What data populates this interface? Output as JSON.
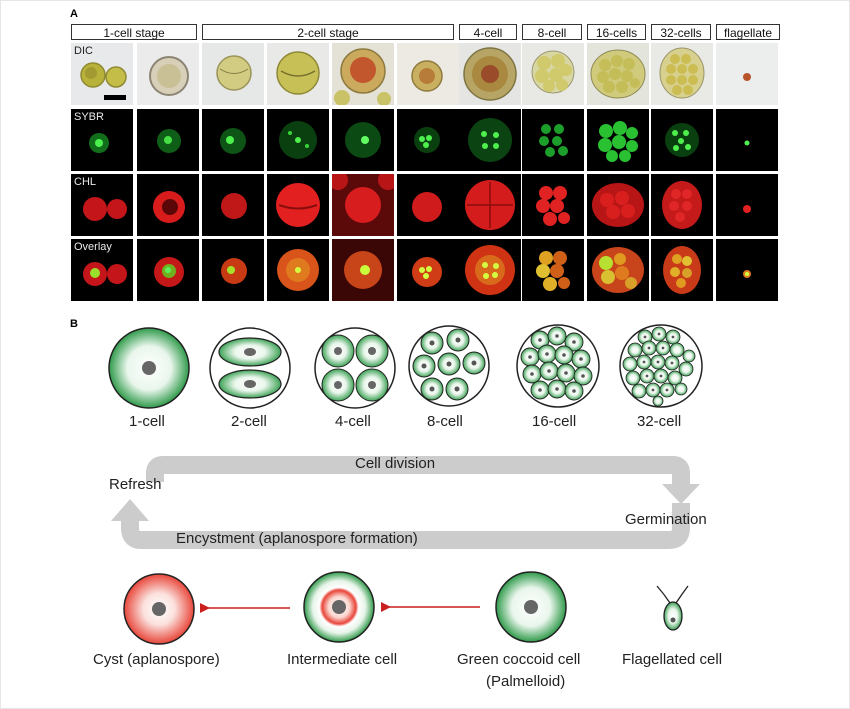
{
  "panel_a_label": "A",
  "panel_b_label": "B",
  "stage_headers": [
    "1-cell stage",
    "2-cell stage",
    "4-cell",
    "8-cell",
    "16-cells",
    "32-cells",
    "flagellate"
  ],
  "row_labels": [
    "DIC",
    "SYBR",
    "CHL",
    "Overlay"
  ],
  "stage_diagram_labels": [
    "1-cell",
    "2-cell",
    "4-cell",
    "8-cell",
    "16-cell",
    "32-cell"
  ],
  "cycle": {
    "top": "Cell division",
    "left": "Refresh",
    "right": "Germination",
    "bottom": "Encystment (aplanospore formation)"
  },
  "bottom_cells": {
    "cyst": "Cyst (aplanospore)",
    "intermediate": "Intermediate cell",
    "green_line1": "Green coccoid cell",
    "green_line2": "(Palmelloid)",
    "flagellated": "Flagellated cell"
  },
  "colors": {
    "cell_green": "#2e9a48",
    "cell_red": "#e8463a",
    "arrow_gray": "#cccccc",
    "arrow_red": "#cc1f1f",
    "sybr_green": "#33cc33",
    "chl_red": "#d91a1a"
  }
}
